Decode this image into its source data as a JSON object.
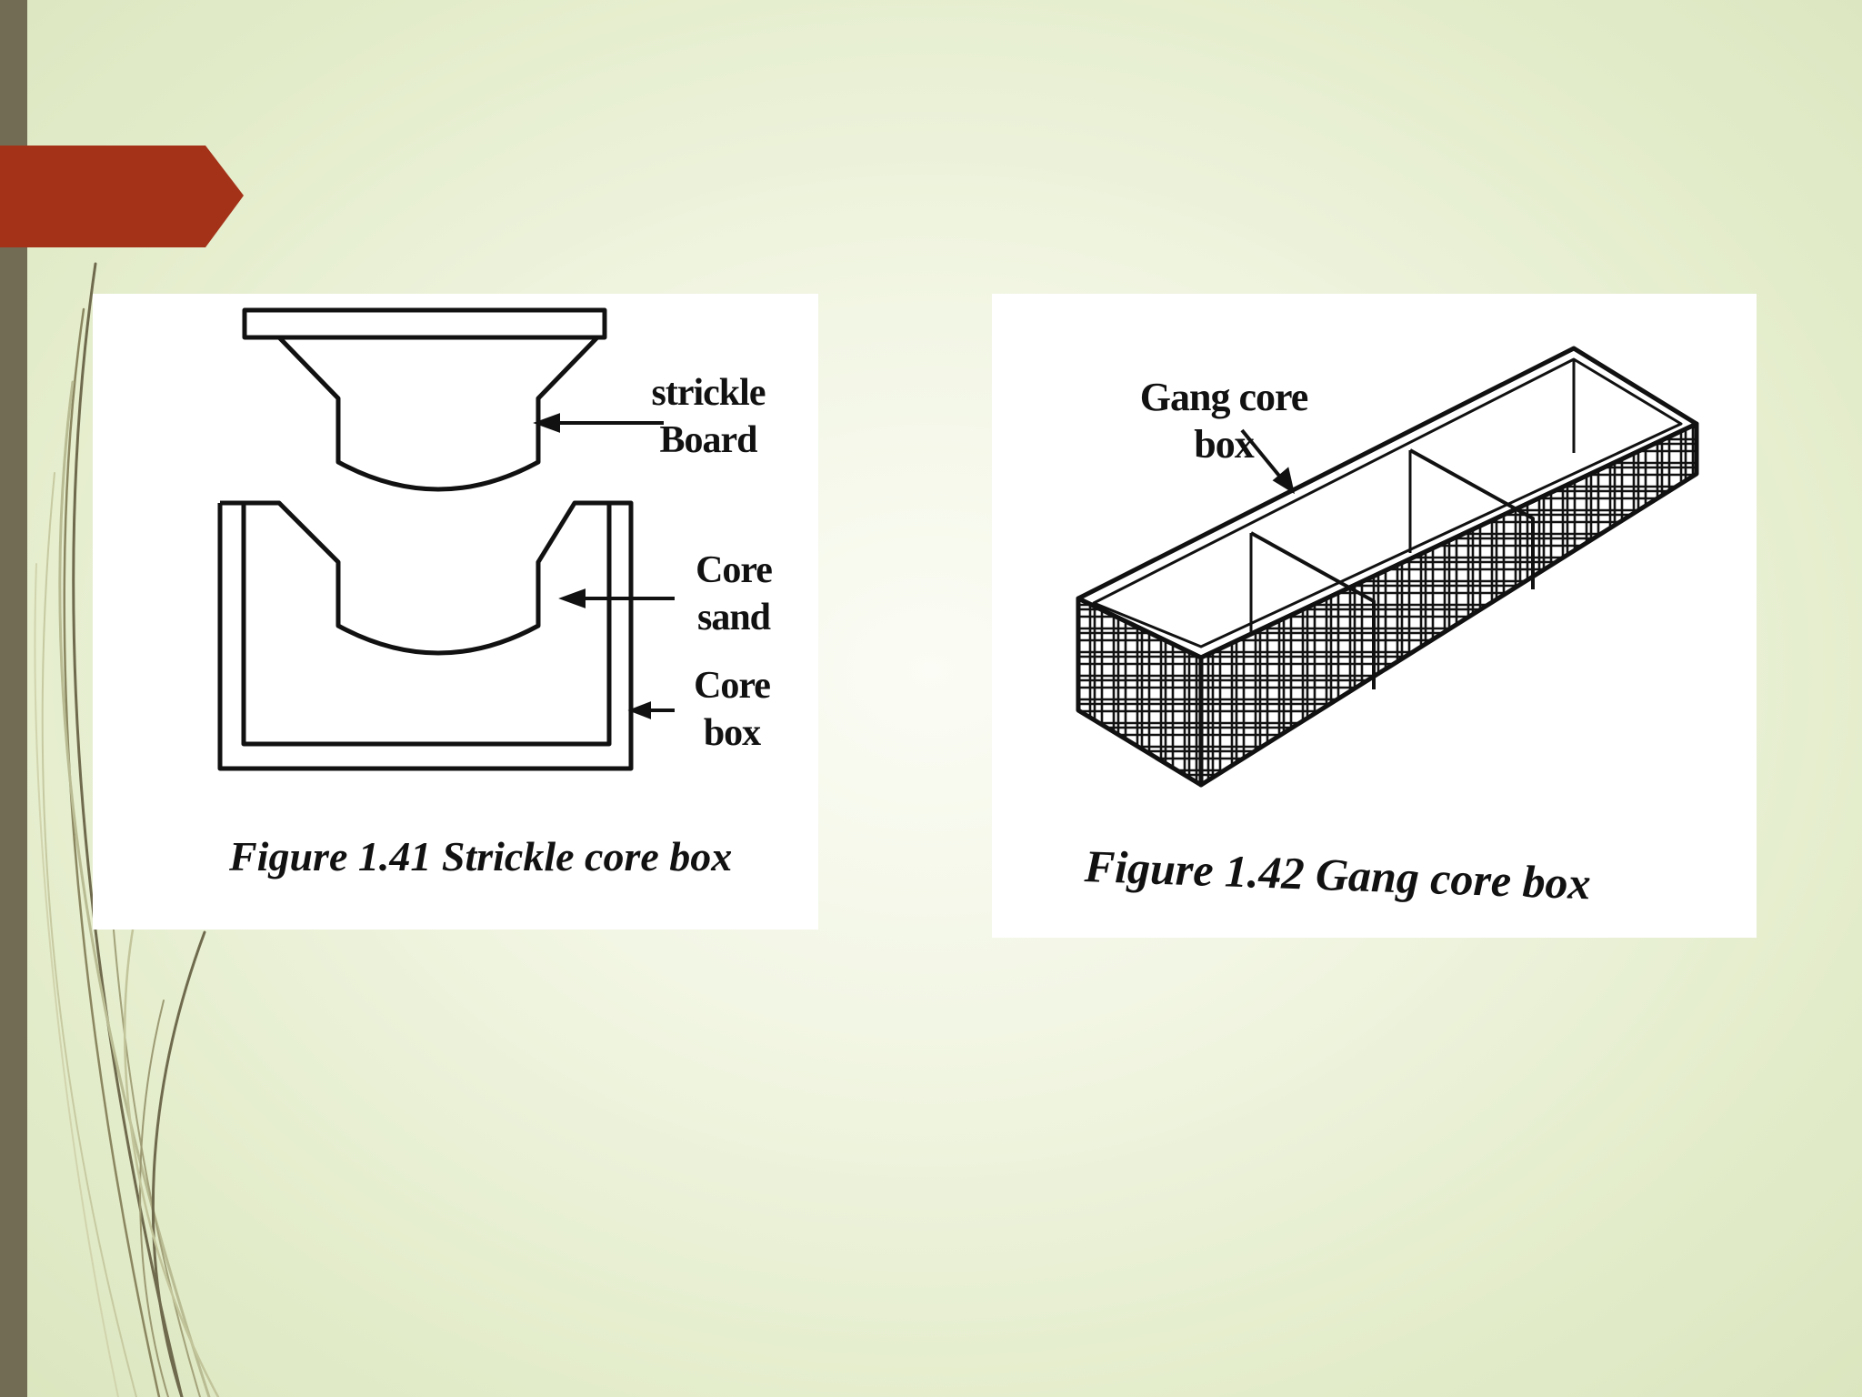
{
  "slide": {
    "accent_color": "#a33219",
    "sidebar_color": "#736c55",
    "background_color": "#eef3dc"
  },
  "figure_1": {
    "labels": {
      "strickle_board_line1": "strickle",
      "strickle_board_line2": "Board",
      "core_sand_line1": "Core",
      "core_sand_line2": "sand",
      "core_box_line1": "Core",
      "core_box_line2": "box"
    },
    "caption": "Figure 1.41 Strickle core box"
  },
  "figure_2": {
    "labels": {
      "gang_core_box_line1": "Gang core",
      "gang_core_box_line2": "box"
    },
    "caption": "Figure 1.42 Gang core box"
  }
}
